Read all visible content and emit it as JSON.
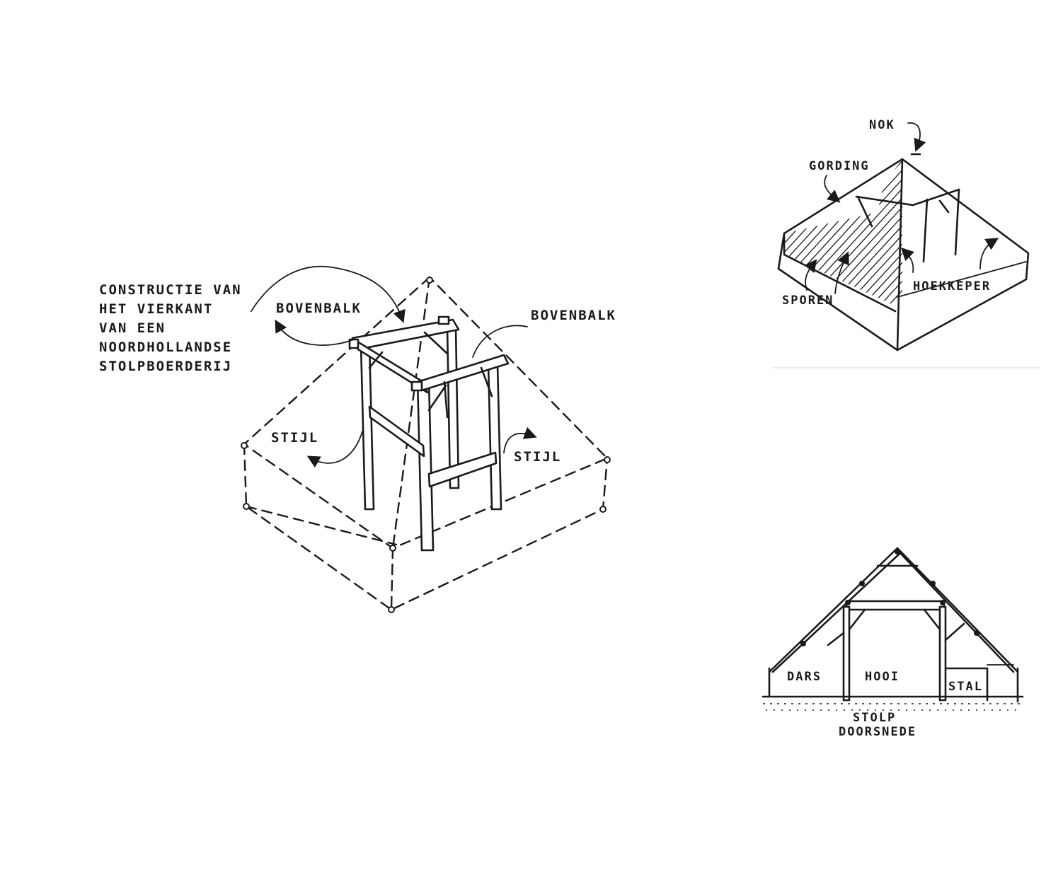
{
  "main_drawing": {
    "title_lines": [
      "CONSTRUCTIE VAN",
      "HET VIERKANT",
      "VAN EEN",
      "NOORDHOLLANDSE",
      "STOLPBOERDERIJ"
    ],
    "bovenbalk_left": "BOVENBALK",
    "bovenbalk_right": "BOVENBALK",
    "stijl_left": "STIJL",
    "stijl_right": "STIJL"
  },
  "roof_drawing": {
    "nok": "NOK",
    "gording": "GORDING",
    "sporen": "SPOREN",
    "hoekkeper": "HOEKKEPER"
  },
  "section_drawing": {
    "dars": "DARS",
    "hooi": "HOOI",
    "stal": "STAL",
    "caption_line1": "STOLP",
    "caption_line2": "DOORSNEDE"
  }
}
